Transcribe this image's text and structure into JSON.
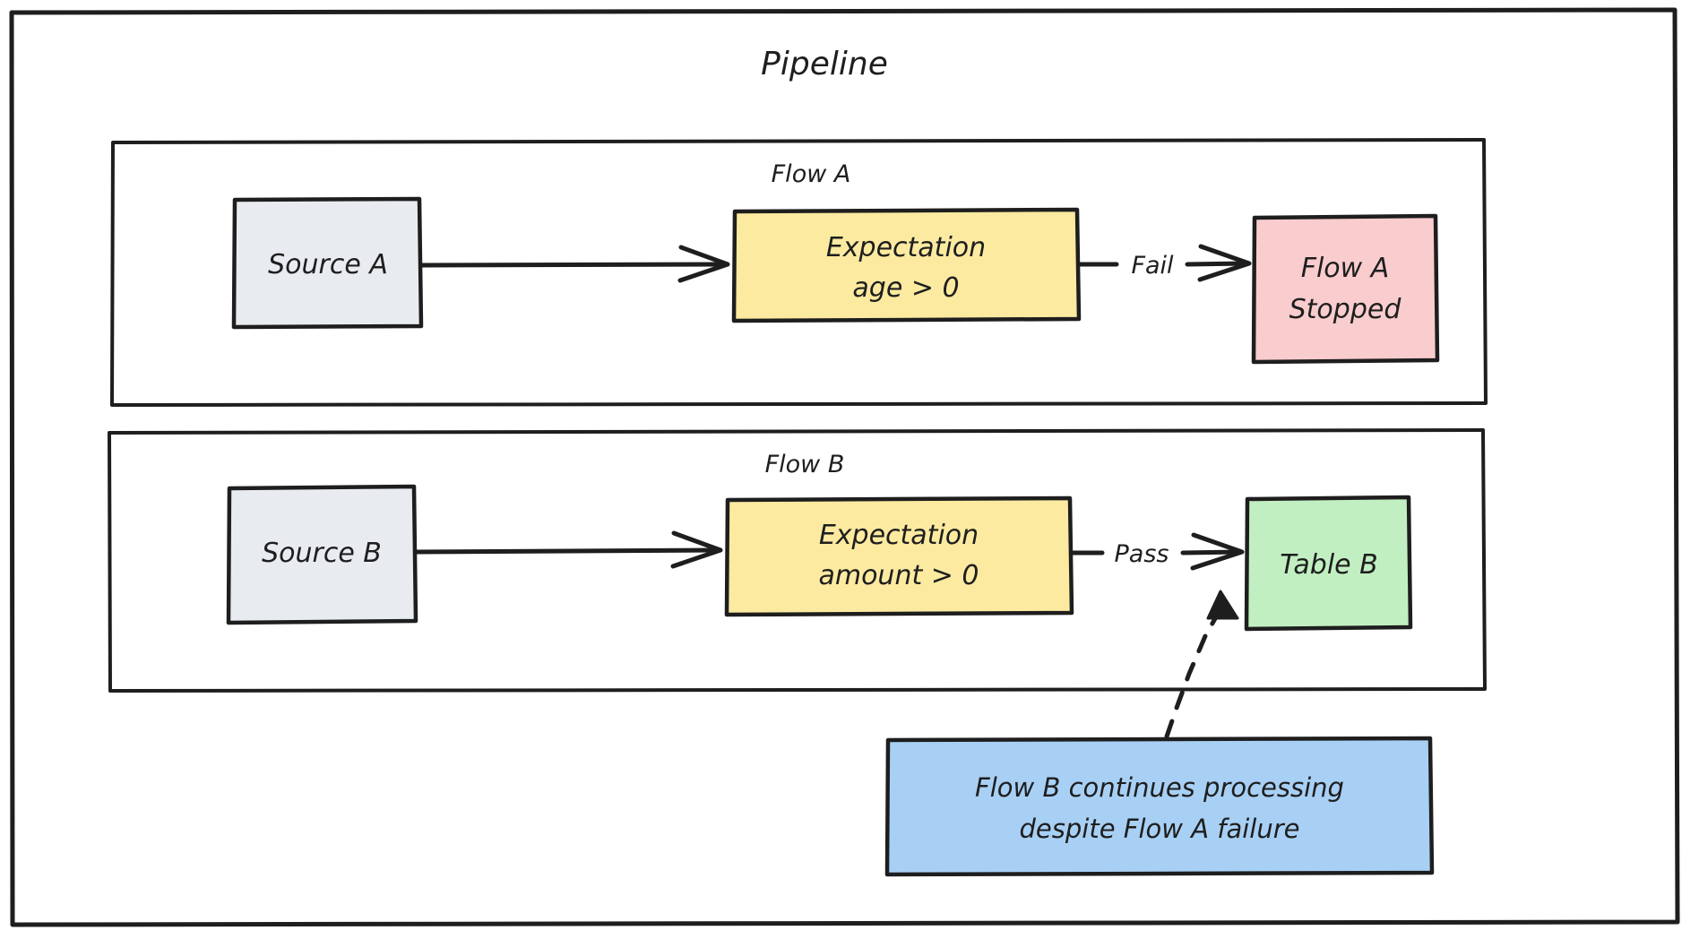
{
  "diagram": {
    "title": "Pipeline",
    "style": "hand-drawn flowchart",
    "colors": {
      "stroke": "#1e1e1e",
      "source_fill": "#e8ecf0",
      "expectation_fill": "#fbeaa0",
      "stopped_fill": "#f9ccce",
      "table_fill": "#c2efc2",
      "note_fill": "#a8d0f5",
      "background": "#ffffff"
    },
    "containers": [
      {
        "id": "flow-a",
        "label": "Flow A"
      },
      {
        "id": "flow-b",
        "label": "Flow B"
      }
    ],
    "nodes": [
      {
        "id": "source-a",
        "label": "Source A",
        "fill": "#e8ecf0",
        "container": "flow-a"
      },
      {
        "id": "expectation-a",
        "label_line1": "Expectation",
        "label_line2": "age > 0",
        "fill": "#fbeaa0",
        "container": "flow-a"
      },
      {
        "id": "flow-a-stopped",
        "label_line1": "Flow A",
        "label_line2": "Stopped",
        "fill": "#f9ccce",
        "container": "flow-a"
      },
      {
        "id": "source-b",
        "label": "Source B",
        "fill": "#e8ecf0",
        "container": "flow-b"
      },
      {
        "id": "expectation-b",
        "label_line1": "Expectation",
        "label_line2": "amount > 0",
        "fill": "#fbeaa0",
        "container": "flow-b"
      },
      {
        "id": "table-b",
        "label": "Table B",
        "fill": "#c2efc2",
        "container": "flow-b"
      }
    ],
    "note": {
      "id": "note-flow-b",
      "line1": "Flow B continues processing",
      "line2": "despite Flow A failure",
      "fill": "#a8d0f5"
    },
    "edges": [
      {
        "from": "source-a",
        "to": "expectation-a",
        "label": "",
        "style": "solid"
      },
      {
        "from": "expectation-a",
        "to": "flow-a-stopped",
        "label": "Fail",
        "style": "solid"
      },
      {
        "from": "source-b",
        "to": "expectation-b",
        "label": "",
        "style": "solid"
      },
      {
        "from": "expectation-b",
        "to": "table-b",
        "label": "Pass",
        "style": "solid"
      },
      {
        "from": "note-flow-b",
        "to": "table-b",
        "label": "",
        "style": "dashed"
      }
    ]
  }
}
